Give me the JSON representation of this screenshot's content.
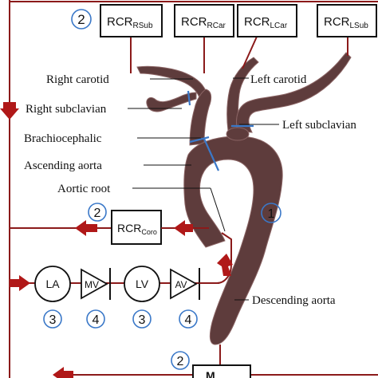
{
  "colors": {
    "circuit": "#8b1a1a",
    "arrow": "#b01818",
    "vessel": "#5e3c3c",
    "vessel_light": "#8a6464",
    "number_ring": "#3a78c8",
    "box_stroke": "#111111"
  },
  "rcr_boxes": {
    "rsub": {
      "main": "RCR",
      "sub": "RSub"
    },
    "rcar": {
      "main": "RCR",
      "sub": "RCar"
    },
    "lcar": {
      "main": "RCR",
      "sub": "LCar"
    },
    "lsub": {
      "main": "RCR",
      "sub": "LSub"
    },
    "coro": {
      "main": "RCR",
      "sub": "Coro"
    },
    "bottom": {
      "main": "M",
      "sub": ""
    }
  },
  "labels": {
    "right_carotid": "Right carotid",
    "left_carotid": "Left carotid",
    "right_subclavian": "Right subclavian",
    "left_subclavian": "Left subclavian",
    "brachiocephalic": "Brachiocephalic",
    "ascending_aorta": "Ascending aorta",
    "aortic_root": "Aortic root",
    "descending_aorta": "Descending aorta"
  },
  "components": {
    "la": "LA",
    "mv": "MV",
    "lv": "LV",
    "av": "AV"
  },
  "numbers": {
    "rcr_top": "2",
    "rcr_coro": "2",
    "rcr_bottom": "2",
    "aorta": "1",
    "la": "3",
    "mv": "4",
    "lv": "3",
    "av": "4"
  }
}
